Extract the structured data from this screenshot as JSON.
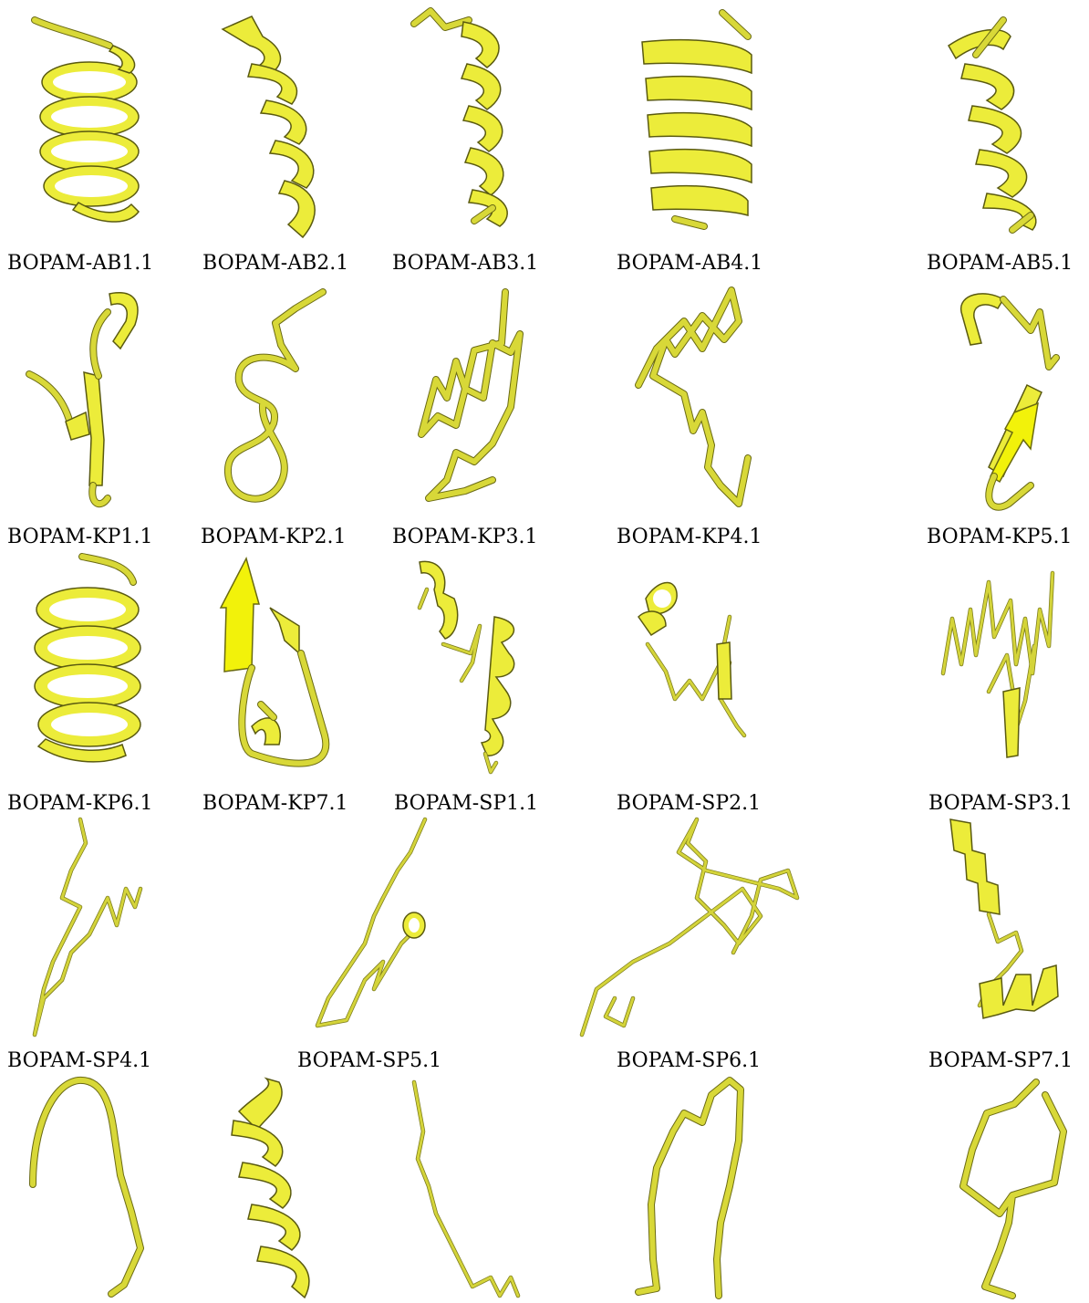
{
  "figure": {
    "panels": [
      {
        "id": "ab1",
        "label": "BOPAM-AB1.1",
        "style": "helix"
      },
      {
        "id": "ab2",
        "label": "BOPAM-AB2.1",
        "style": "helix"
      },
      {
        "id": "ab3",
        "label": "BOPAM-AB3.1",
        "style": "helix"
      },
      {
        "id": "ab4",
        "label": "BOPAM-AB4.1",
        "style": "helix"
      },
      {
        "id": "ab5",
        "label": "BOPAM-AB5.1",
        "style": "helix"
      },
      {
        "id": "kp1",
        "label": "BOPAM-KP1.1",
        "style": "sheet"
      },
      {
        "id": "kp2",
        "label": "BOPAM-KP2.1",
        "style": "coil"
      },
      {
        "id": "kp3",
        "label": "BOPAM-KP3.1",
        "style": "coil"
      },
      {
        "id": "kp4",
        "label": "BOPAM-KP4.1",
        "style": "coil"
      },
      {
        "id": "kp5",
        "label": "BOPAM-KP5.1",
        "style": "sheet"
      },
      {
        "id": "kp6",
        "label": "BOPAM-KP6.1",
        "style": "helix"
      },
      {
        "id": "kp7",
        "label": "BOPAM-KP7.1",
        "style": "sheet"
      },
      {
        "id": "sp1",
        "label": "BOPAM-SP1.1",
        "style": "mixed"
      },
      {
        "id": "sp2",
        "label": "BOPAM-SP2.1",
        "style": "mixed"
      },
      {
        "id": "sp3",
        "label": "BOPAM-SP3.1",
        "style": "thin-coil"
      },
      {
        "id": "sp4",
        "label": "BOPAM-SP4.1",
        "style": "thin-coil"
      },
      {
        "id": "sp5",
        "label": "BOPAM-SP5.1",
        "style": "thin-coil"
      },
      {
        "id": "sp6",
        "label": "BOPAM-SP6.1",
        "style": "thin-coil"
      },
      {
        "id": "sp7",
        "label": "BOPAM-SP7.1",
        "style": "mixed"
      },
      {
        "id": "r5a",
        "label": "",
        "style": "coil"
      },
      {
        "id": "r5b",
        "label": "",
        "style": "helix"
      },
      {
        "id": "r5c",
        "label": "",
        "style": "thin-coil"
      },
      {
        "id": "r5d",
        "label": "",
        "style": "coil"
      },
      {
        "id": "r5e",
        "label": "",
        "style": "coil"
      }
    ],
    "colors": {
      "ribbon": "#ecec3a",
      "ribbon_edge": "#5a5a10",
      "strand_arrow": "#f2f20a",
      "background": "#ffffff"
    }
  }
}
